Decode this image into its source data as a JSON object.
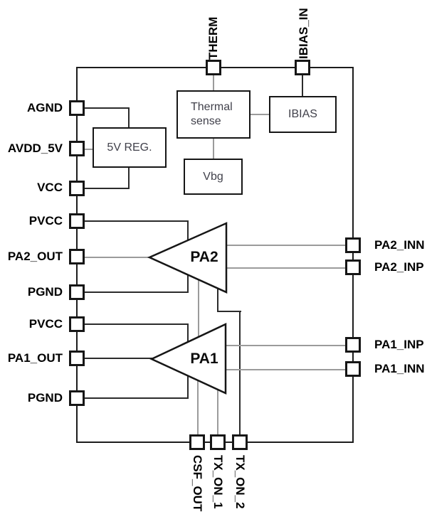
{
  "diagram": {
    "type": "ic-functional-block-diagram",
    "description": "Dual power amplifier IC block diagram"
  },
  "pins": {
    "left": [
      {
        "label": "AGND"
      },
      {
        "label": "AVDD_5V"
      },
      {
        "label": "VCC"
      },
      {
        "label": "PVCC"
      },
      {
        "label": "PA2_OUT"
      },
      {
        "label": "PGND"
      },
      {
        "label": "PVCC"
      },
      {
        "label": "PA1_OUT"
      },
      {
        "label": "PGND"
      }
    ],
    "top": [
      {
        "label": "THERM"
      },
      {
        "label": "IBIAS_IN"
      }
    ],
    "right": [
      {
        "label": "PA2_INN"
      },
      {
        "label": "PA2_INP"
      },
      {
        "label": "PA1_INP"
      },
      {
        "label": "PA1_INN"
      }
    ],
    "bottom": [
      {
        "label": "CSF_OUT"
      },
      {
        "label": "TX_ON_1"
      },
      {
        "label": "TX_ON_2"
      }
    ]
  },
  "blocks": {
    "reg5v": {
      "label": "5V REG."
    },
    "thermal_sense": {
      "line1": "Thermal",
      "line2": "sense"
    },
    "ibias": {
      "label": "IBIAS"
    },
    "vbg": {
      "label": "Vbg"
    },
    "pa2": {
      "label": "PA2"
    },
    "pa1": {
      "label": "PA1"
    }
  },
  "colors": {
    "background": "#ffffff",
    "outline": "#1c1c1c",
    "wire_dark": "#2b2b2b",
    "wire_gray": "#9b9b9b",
    "pin_label_text": "#000000",
    "block_text": "#41414b"
  }
}
